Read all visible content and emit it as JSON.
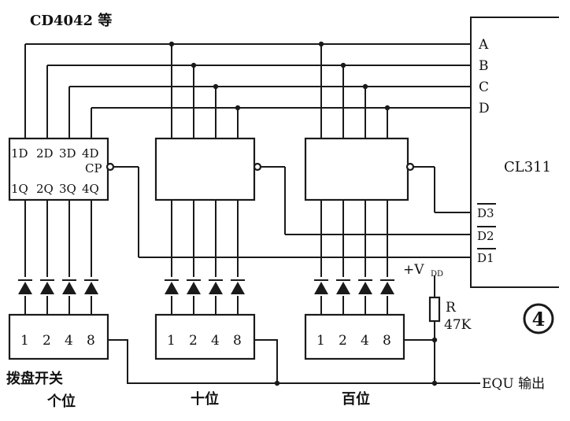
{
  "title": "CD4042 等",
  "chip_main": "CL311",
  "latch_labels": {
    "top": [
      "1D",
      "2D",
      "3D",
      "4D"
    ],
    "cp": "CP",
    "bottom": [
      "1Q",
      "2Q",
      "3Q",
      "4Q"
    ]
  },
  "inputs": [
    "A",
    "B",
    "C",
    "D"
  ],
  "digit_inputs": [
    "D1",
    "D2",
    "D3"
  ],
  "switch_values": [
    "1",
    "2",
    "4",
    "8"
  ],
  "switch_label": "拨盘开关",
  "unit_labels": [
    "个位",
    "十位",
    "百位"
  ],
  "supply": "+V",
  "supply_sub": "DD",
  "resistor": {
    "name": "R",
    "value": "47K"
  },
  "output_label": "EQU 输出",
  "figure_number": "4"
}
